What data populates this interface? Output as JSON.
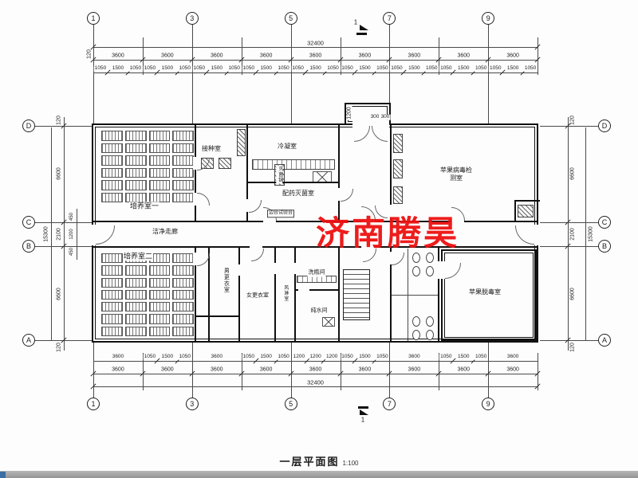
{
  "watermark": {
    "text": "济南腾昊",
    "color": "#ee1111"
  },
  "title": {
    "text": "一层平面图",
    "scale": "1:100"
  },
  "axes": {
    "top": [
      "1",
      "3",
      "5",
      "7",
      "9"
    ],
    "bottom": [
      "1",
      "3",
      "5",
      "7",
      "9"
    ],
    "left": [
      "D",
      "C",
      "B",
      "A"
    ],
    "right": [
      "D",
      "C",
      "B",
      "A"
    ],
    "section_top": "1",
    "section_bottom": "1"
  },
  "dims": {
    "top_total": "32400",
    "bottom_total": "32400",
    "side_total": "15300",
    "top_edge": "120",
    "entrance": [
      "1200",
      "300",
      "300"
    ],
    "top_bays": [
      "3600",
      "3600",
      "3600",
      "3600",
      "3600",
      "3600",
      "3600",
      "3600",
      "3600"
    ],
    "bottom_bays": [
      "3600",
      "3600",
      "3600",
      "3600",
      "3600",
      "3600",
      "3600",
      "3600",
      "3600"
    ],
    "top_sub": [
      [
        "1050",
        "1500",
        "1050"
      ],
      [
        "1050",
        "1500",
        "1050"
      ],
      [
        "1050",
        "1500",
        "1050"
      ],
      [
        "1050",
        "1500",
        "1050"
      ],
      [
        "1050",
        "1500",
        "1050"
      ],
      [
        "1050",
        "1500",
        "1050"
      ],
      [
        "1050",
        "1500",
        "1050"
      ],
      [
        "1050",
        "1500",
        "1050"
      ],
      [
        "1050",
        "1500",
        "1050"
      ]
    ],
    "bottom_sub": [
      [
        "3600"
      ],
      [
        "1050",
        "1500",
        "1050"
      ],
      [
        "3600"
      ],
      [
        "1050",
        "1500",
        "1050"
      ],
      [
        "1200",
        "1200",
        "1200"
      ],
      [
        "1050",
        "1500",
        "1050"
      ],
      [
        "3600"
      ],
      [
        "1050",
        "1500",
        "1050"
      ],
      [
        "3600"
      ]
    ],
    "left_col": [
      "120",
      "6600",
      "2100",
      "6600",
      "120"
    ],
    "left_corridor": [
      "450",
      "1200",
      "450"
    ],
    "right_col": [
      "120",
      "6600",
      "2100",
      "6600",
      "120"
    ]
  },
  "rooms": {
    "peiyang1": "培养室一",
    "peiyang2": "培养室二",
    "jiezhong": "接种室",
    "lengning": "冷凝室",
    "peiyao_miejun": "配药灭菌室",
    "corridor": "洁净走廊",
    "men_change": "男更衣室",
    "women_change": "女更衣室",
    "fenglin": "风淋室",
    "xiping": "洗瓶间",
    "chunshui": "纯水间",
    "bingdu_jiance": "苹果病毒检测室",
    "tuodu": "苹果脱毒室",
    "biantai": "边台试验台",
    "miejunguo": "灭菌锅"
  }
}
